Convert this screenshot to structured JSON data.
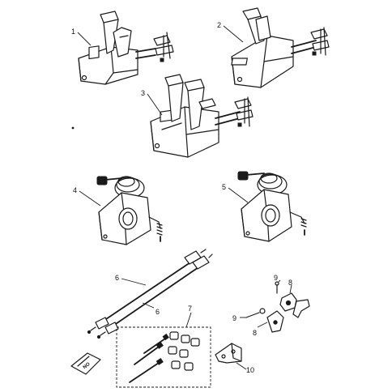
{
  "diagram": {
    "callouts": [
      {
        "id": "c1",
        "label": "1"
      },
      {
        "id": "c2",
        "label": "2"
      },
      {
        "id": "c3",
        "label": "3"
      },
      {
        "id": "c4",
        "label": "4"
      },
      {
        "id": "c5",
        "label": "5"
      },
      {
        "id": "c6a",
        "label": "6"
      },
      {
        "id": "c6b",
        "label": "6"
      },
      {
        "id": "c7",
        "label": "7"
      },
      {
        "id": "c8a",
        "label": "8"
      },
      {
        "id": "c8b",
        "label": "8"
      },
      {
        "id": "c9a",
        "label": "9"
      },
      {
        "id": "c9b",
        "label": "9"
      },
      {
        "id": "c10",
        "label": "10"
      }
    ],
    "warning_plate_text": "NO"
  }
}
